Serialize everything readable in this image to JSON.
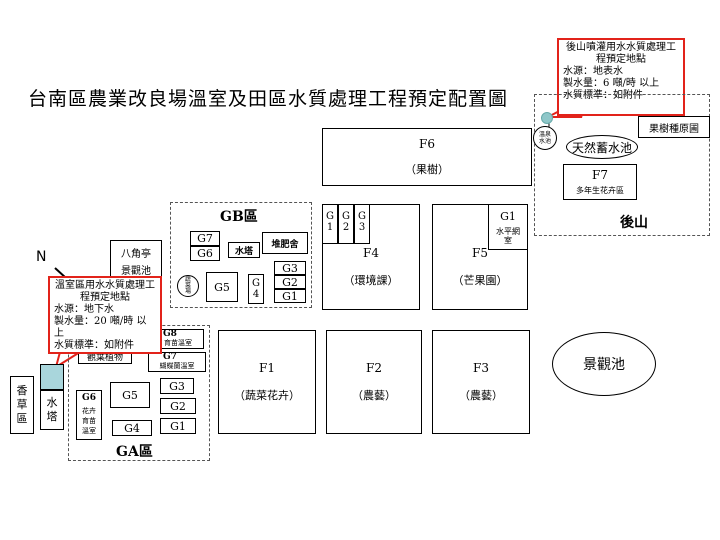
{
  "title": "台南區農業改良場溫室及田區水質處理工程預定配置圖",
  "north_label": "N",
  "callout_top": {
    "line1": "後山噴灌用水水質處理工",
    "line2": "程預定地點",
    "line3": "水源：地表水",
    "line4": "製水量：6 噸/時 以上",
    "line5": "水質標準：如附件"
  },
  "callout_left": {
    "line1": "溫室區用水水質處理工",
    "line2": "程預定地點",
    "line3": "水源：地下水",
    "line4": "製水量：20 噸/時 以上",
    "line5": "水質標準：如附件"
  },
  "rightzone": {
    "small_circle": "溫泉水池",
    "orchard_box": "果樹種原圃",
    "pond": "天然蓄水池",
    "f7_code": "F7",
    "f7_name": "多年生花卉區",
    "label": "後山"
  },
  "fields": {
    "f6_code": "F6",
    "f6_name": "（果樹）",
    "f4_code": "F4",
    "f4_name": "（環境課）",
    "f5_code": "F5",
    "f5_name": "（芒果園）",
    "g1_top_code": "G1",
    "g1_top_name": "水平網室",
    "f1_code": "F1",
    "f1_name": "（蔬菜花卉）",
    "f2_code": "F2",
    "f2_name": "（農藝）",
    "f3_code": "F3",
    "f3_name": "（農藝）",
    "strip_g1": [
      "G",
      "1"
    ],
    "strip_g2": [
      "G",
      "2"
    ],
    "strip_g3": [
      "G",
      "3"
    ]
  },
  "gb": {
    "label": "GB區",
    "g7": "G7",
    "g6": "G6",
    "water_tower": "水塔",
    "compost": "堆肥舍",
    "g3": "G3",
    "g2": "G2",
    "g1": "G1",
    "g4": [
      "G",
      "4"
    ],
    "g5": "G5",
    "small_circle": "蔬菜場"
  },
  "bajiao": {
    "line1": "八角亭",
    "line2": "景觀池"
  },
  "ga": {
    "label": "GA區",
    "g8": "G8",
    "g8_sub": "育苗溫室",
    "g7": "G7",
    "g7_sub": "蝴蝶蘭溫室",
    "orchid": "觀葉植物",
    "g6": "G6",
    "g6_sub": [
      "花卉",
      "育苗",
      "溫室"
    ],
    "g5": "G5",
    "g3": "G3",
    "g2": "G2",
    "g1": "G1",
    "g4": "G4"
  },
  "herb_area": "香草區",
  "water_tower_left": "水塔",
  "scenic_pond": "景觀池",
  "colors": {
    "callout_border": "#e2231a",
    "tank_fill": "#a9d6dc",
    "marker": "#8fc7c9"
  }
}
